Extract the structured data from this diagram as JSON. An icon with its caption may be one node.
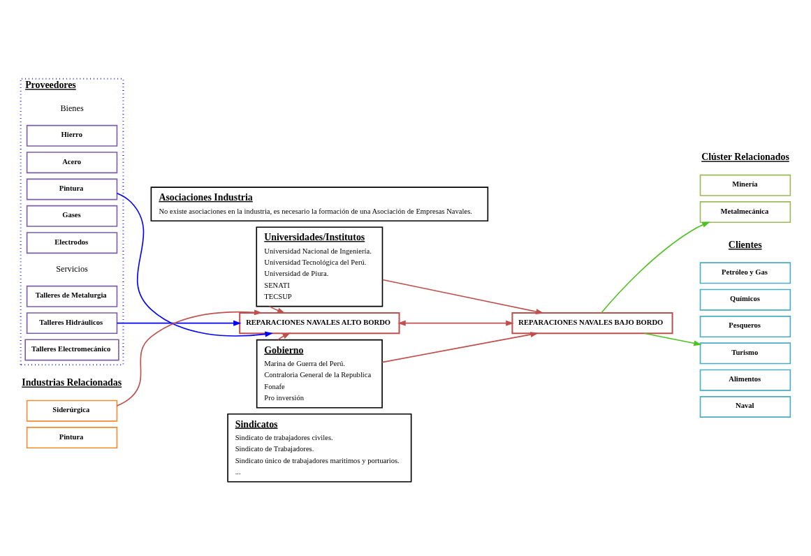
{
  "diagram": {
    "nodes": [
      {
        "text": [
          "Proveedores"
        ]
      },
      {
        "text": [
          "Hierro"
        ],
        "in": 0
      },
      {
        "text": [
          "Acero"
        ],
        "in": 0
      },
      {
        "text": [
          "Pintura"
        ],
        "in": 0
      },
      {
        "text": [
          "Gases"
        ],
        "in": 0
      },
      {
        "text": [
          "Electrodos"
        ],
        "in": 0
      },
      {
        "text": [
          "Talleres de Metalurgia"
        ],
        "in": 0
      },
      {
        "text": [
          "Talleres Hidráulicos"
        ],
        "in": 0
      },
      {
        "text": [
          "Talleres Electromecánico"
        ],
        "in": 0
      },
      {
        "text": [
          "Siderúrgica"
        ]
      },
      {
        "text": [
          "Pintura"
        ]
      },
      {
        "text": [
          "Sindicatos",
          "Sindicato de trabajadores civiles.",
          "Sindicato de Trabajadores.",
          "Sindicato único de trabajadores maritimos y portuarios.",
          "..."
        ]
      },
      {
        "text": [
          "Gobierno",
          "Marina de Guerra del Perú.",
          "Contraloria General de la Republica",
          "Fonafe",
          "Pro inversión"
        ]
      },
      {
        "text": [
          "REPARACIONES NAVALES ALTO BORDO"
        ]
      },
      {
        "text": [
          "REPARACIONES NAVALES BAJO BORDO"
        ]
      },
      {
        "text": [
          "Universidades/Institutos",
          "Universidad Nacional de Ingeniería.",
          "Universidad Tecnológica del Perú.",
          "Universidad de Piura.",
          "SENATI",
          "TECSUP"
        ]
      },
      {
        "text": [
          "Asociaciones Industria",
          "No existe asociaciones en la industria, es necesario la formación de una Asociación de Empresas Navales."
        ]
      },
      {
        "text": [
          "Minería"
        ]
      },
      {
        "text": [
          "Metalmecánica"
        ]
      },
      {
        "text": [
          "Petróleo y Gas"
        ]
      },
      {
        "text": [
          "Químicos"
        ]
      },
      {
        "text": [
          "Pesqueros"
        ]
      },
      {
        "text": [
          "Turismo"
        ]
      },
      {
        "text": [
          "Alimentos"
        ]
      },
      {
        "text": [
          "Naval"
        ]
      }
    ],
    "edges": [
      {
        "from": 3,
        "to": 13,
        "arrow": "to",
        "color": "#0000ff"
      },
      {
        "from": 7,
        "to": 13,
        "arrow": "to",
        "color": "#0000ff"
      },
      {
        "from": 9,
        "to": 13,
        "arrow": "to"
      },
      {
        "from": 12,
        "to": 13,
        "arrow": "to"
      },
      {
        "from": 12,
        "to": 14,
        "arrow": "to"
      },
      {
        "from": 15,
        "to": 13,
        "arrow": "to"
      },
      {
        "from": 15,
        "to": 14,
        "arrow": "to"
      },
      {
        "from": 13,
        "to": 14,
        "arrow": "both"
      },
      {
        "from": 14,
        "to": 18,
        "arrow": "to",
        "color": "#4ec123"
      },
      {
        "from": 14,
        "to": 22,
        "arrow": "to",
        "color": "#4ec123"
      }
    ],
    "labels": [
      "Bienes",
      "Servicios",
      "Industrias Relacionadas",
      "Clúster Relacionados",
      "Clientes"
    ]
  }
}
